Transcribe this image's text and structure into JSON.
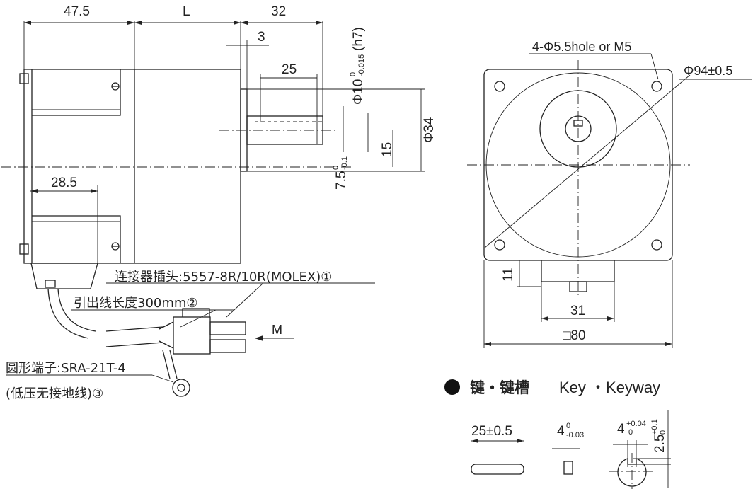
{
  "side_view": {
    "dims": {
      "body_length": "47.5",
      "gear_length": "L",
      "shaft_total": "32",
      "collar": "3",
      "shaft_key_length": "25",
      "shaft_diameter_main": "Φ10",
      "shaft_diameter_sup": "0",
      "shaft_diameter_sub": "-0.015",
      "shaft_diameter_fit": "(h7)",
      "pilot_diameter": "Φ34",
      "shaft_offset": "15",
      "center_offset_main": "7.5",
      "center_offset_sup": "0",
      "center_offset_sub": "-0.1",
      "terminal_distance": "28.5"
    },
    "annotations": {
      "connector": "连接器插头:5557-8R/10R(MOLEX)①",
      "lead_length": "引出线长度300mm②",
      "terminal_line1": "圆形端子:SRA-21T-4",
      "terminal_line2": "(低压无接地线)③",
      "motor_mark": "M"
    }
  },
  "front_view": {
    "hole_note": "4-Φ5.5hole or M5",
    "pcd": "Φ94±0.5",
    "flange_offset": "11",
    "boss_width": "31",
    "square_size": "□80"
  },
  "key_section": {
    "title_cn": "键・键槽",
    "title_en": "Key ・Keyway",
    "key_length": "25±0.5",
    "key_width_main": "4",
    "key_width_sup": "0",
    "key_width_sub": "-0.03",
    "keyway_width_main": "4",
    "keyway_width_sup": "+0.04",
    "keyway_width_sub": "0",
    "keyway_depth_main": "2.5",
    "keyway_depth_sup": "+0.1",
    "keyway_depth_sub": "0"
  }
}
